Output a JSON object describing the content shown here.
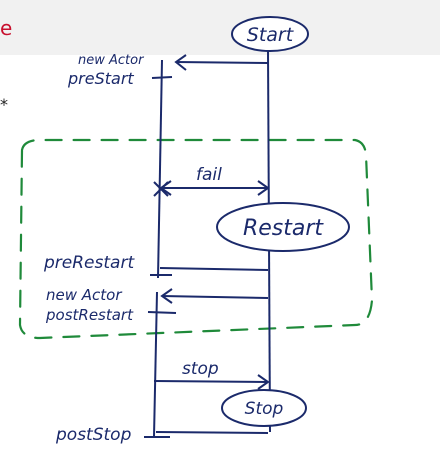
{
  "slide": {
    "title_fragment": "e",
    "bullet_fragment": "*",
    "colors": {
      "ink": "#1b2a6b",
      "dashed_region": "#1f8a3a",
      "title": "#c8102e",
      "header_band": "#f1f1f1"
    }
  },
  "diagram": {
    "states": {
      "start": "Start",
      "restart": "Restart",
      "stop": "Stop"
    },
    "events": {
      "fail": "fail",
      "stop": "stop"
    },
    "callbacks": {
      "new_actor_1": "new Actor",
      "pre_start": "preStart",
      "pre_restart": "preRestart",
      "new_actor_2": "new Actor",
      "post_restart": "postRestart",
      "post_stop": "postStop"
    }
  }
}
